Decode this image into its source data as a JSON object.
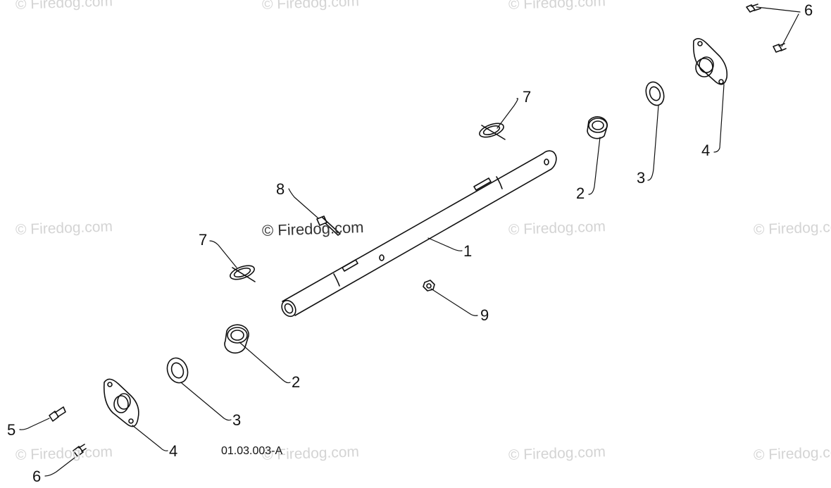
{
  "diagram": {
    "watermark": "© Firedog.com",
    "drawing_code": "01.03.003-A",
    "callouts": [
      "1",
      "2",
      "2",
      "3",
      "3",
      "4",
      "4",
      "5",
      "6",
      "6",
      "7",
      "7",
      "8",
      "9"
    ]
  },
  "colors": {
    "line": "#111111",
    "watermark": "#d4d4d4",
    "watermark_center": "#333333",
    "background": "#ffffff"
  }
}
